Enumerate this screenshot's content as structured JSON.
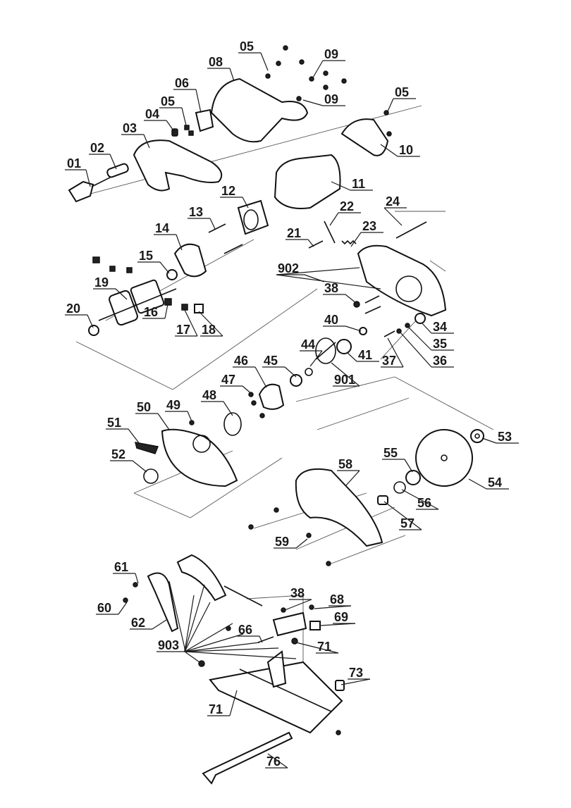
{
  "diagram": {
    "labels": {
      "p01": "01",
      "p02": "02",
      "p03": "03",
      "p04": "04",
      "p05a": "05",
      "p05b": "05",
      "p05c": "05",
      "p06": "06",
      "p08": "08",
      "p09a": "09",
      "p09b": "09",
      "p10": "10",
      "p11": "11",
      "p12": "12",
      "p13": "13",
      "p14": "14",
      "p15": "15",
      "p16": "16",
      "p17": "17",
      "p18": "18",
      "p19": "19",
      "p20": "20",
      "p21": "21",
      "p22": "22",
      "p23": "23",
      "p24": "24",
      "p34": "34",
      "p35": "35",
      "p36": "36",
      "p37": "37",
      "p38a": "38",
      "p38b": "38",
      "p40": "40",
      "p41": "41",
      "p44": "44",
      "p45": "45",
      "p46": "46",
      "p47": "47",
      "p48": "48",
      "p49": "49",
      "p50": "50",
      "p51": "51",
      "p52": "52",
      "p53": "53",
      "p54": "54",
      "p55": "55",
      "p56": "56",
      "p57": "57",
      "p58": "58",
      "p59": "59",
      "p60": "60",
      "p61": "61",
      "p62": "62",
      "p66": "66",
      "p68": "68",
      "p69": "69",
      "p71a": "71",
      "p71b": "71",
      "p73": "73",
      "p76": "76",
      "p901": "901",
      "p902": "902",
      "p903": "903"
    }
  }
}
